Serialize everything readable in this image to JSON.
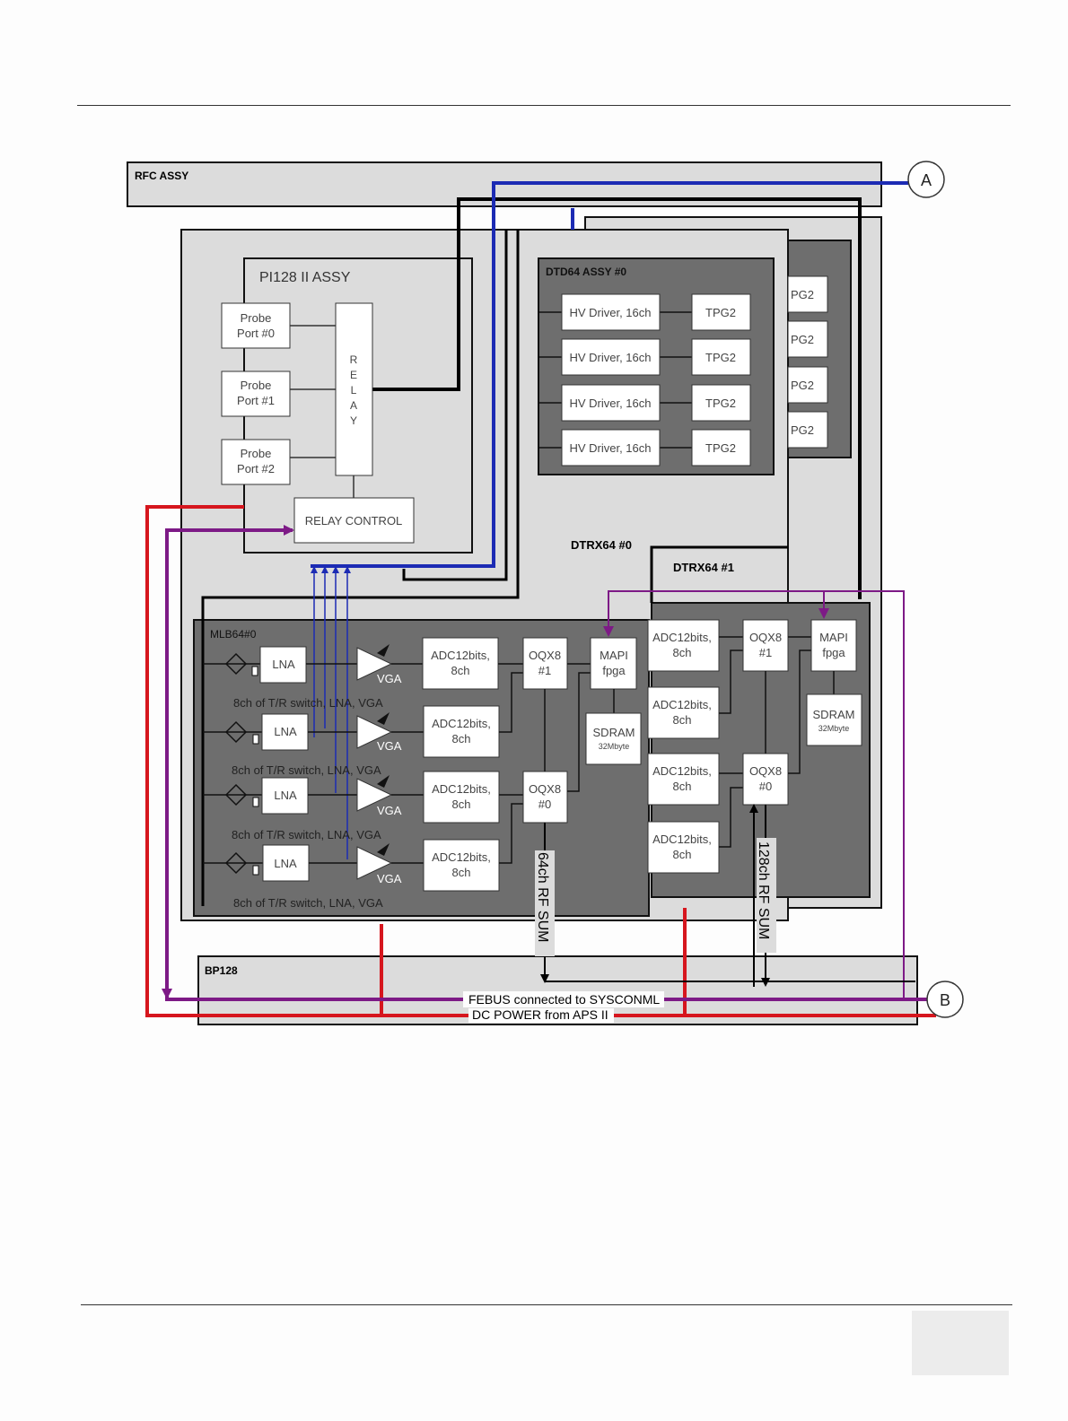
{
  "diagram": {
    "assemblies": {
      "rfc": "RFC ASSY",
      "pi128": "PI128 II ASSY",
      "dtd64": "DTD64 ASSY #0",
      "dtrx0": "DTRX64 #0",
      "dtrx1": "DTRX64 #1",
      "mlb": "MLB64#0",
      "bp128": "BP128"
    },
    "connectors": {
      "a": "A",
      "b": "B"
    },
    "probe_ports": [
      {
        "line1": "Probe",
        "line2": "Port #0"
      },
      {
        "line1": "Probe",
        "line2": "Port #1"
      },
      {
        "line1": "Probe",
        "line2": "Port #2"
      }
    ],
    "relay_letters": [
      "R",
      "E",
      "L",
      "A",
      "Y"
    ],
    "relay_control": "RELAY CONTROL",
    "hv_driver": "HV Driver, 16ch",
    "tpg": "TPG2",
    "tpg_partial": "PG2",
    "lna": "LNA",
    "vga": "VGA",
    "channel_caption": "8ch of T/R switch, LNA, VGA",
    "adc": {
      "line1": "ADC12bits,",
      "line2": "8ch"
    },
    "oqx8_1": {
      "line1": "OQX8",
      "line2": "#1"
    },
    "oqx8_0": {
      "line1": "OQX8",
      "line2": "#0"
    },
    "mapi": {
      "line1": "MAPI",
      "line2": "fpga"
    },
    "sdram": {
      "line1": "SDRAM",
      "line2": "32Mbyte"
    },
    "rf_sum_64": "64ch RF SUM",
    "rf_sum_128": "128ch RF SUM",
    "febus": "FEBUS connected to SYSCONML",
    "dc_power": "DC POWER from APS II"
  }
}
